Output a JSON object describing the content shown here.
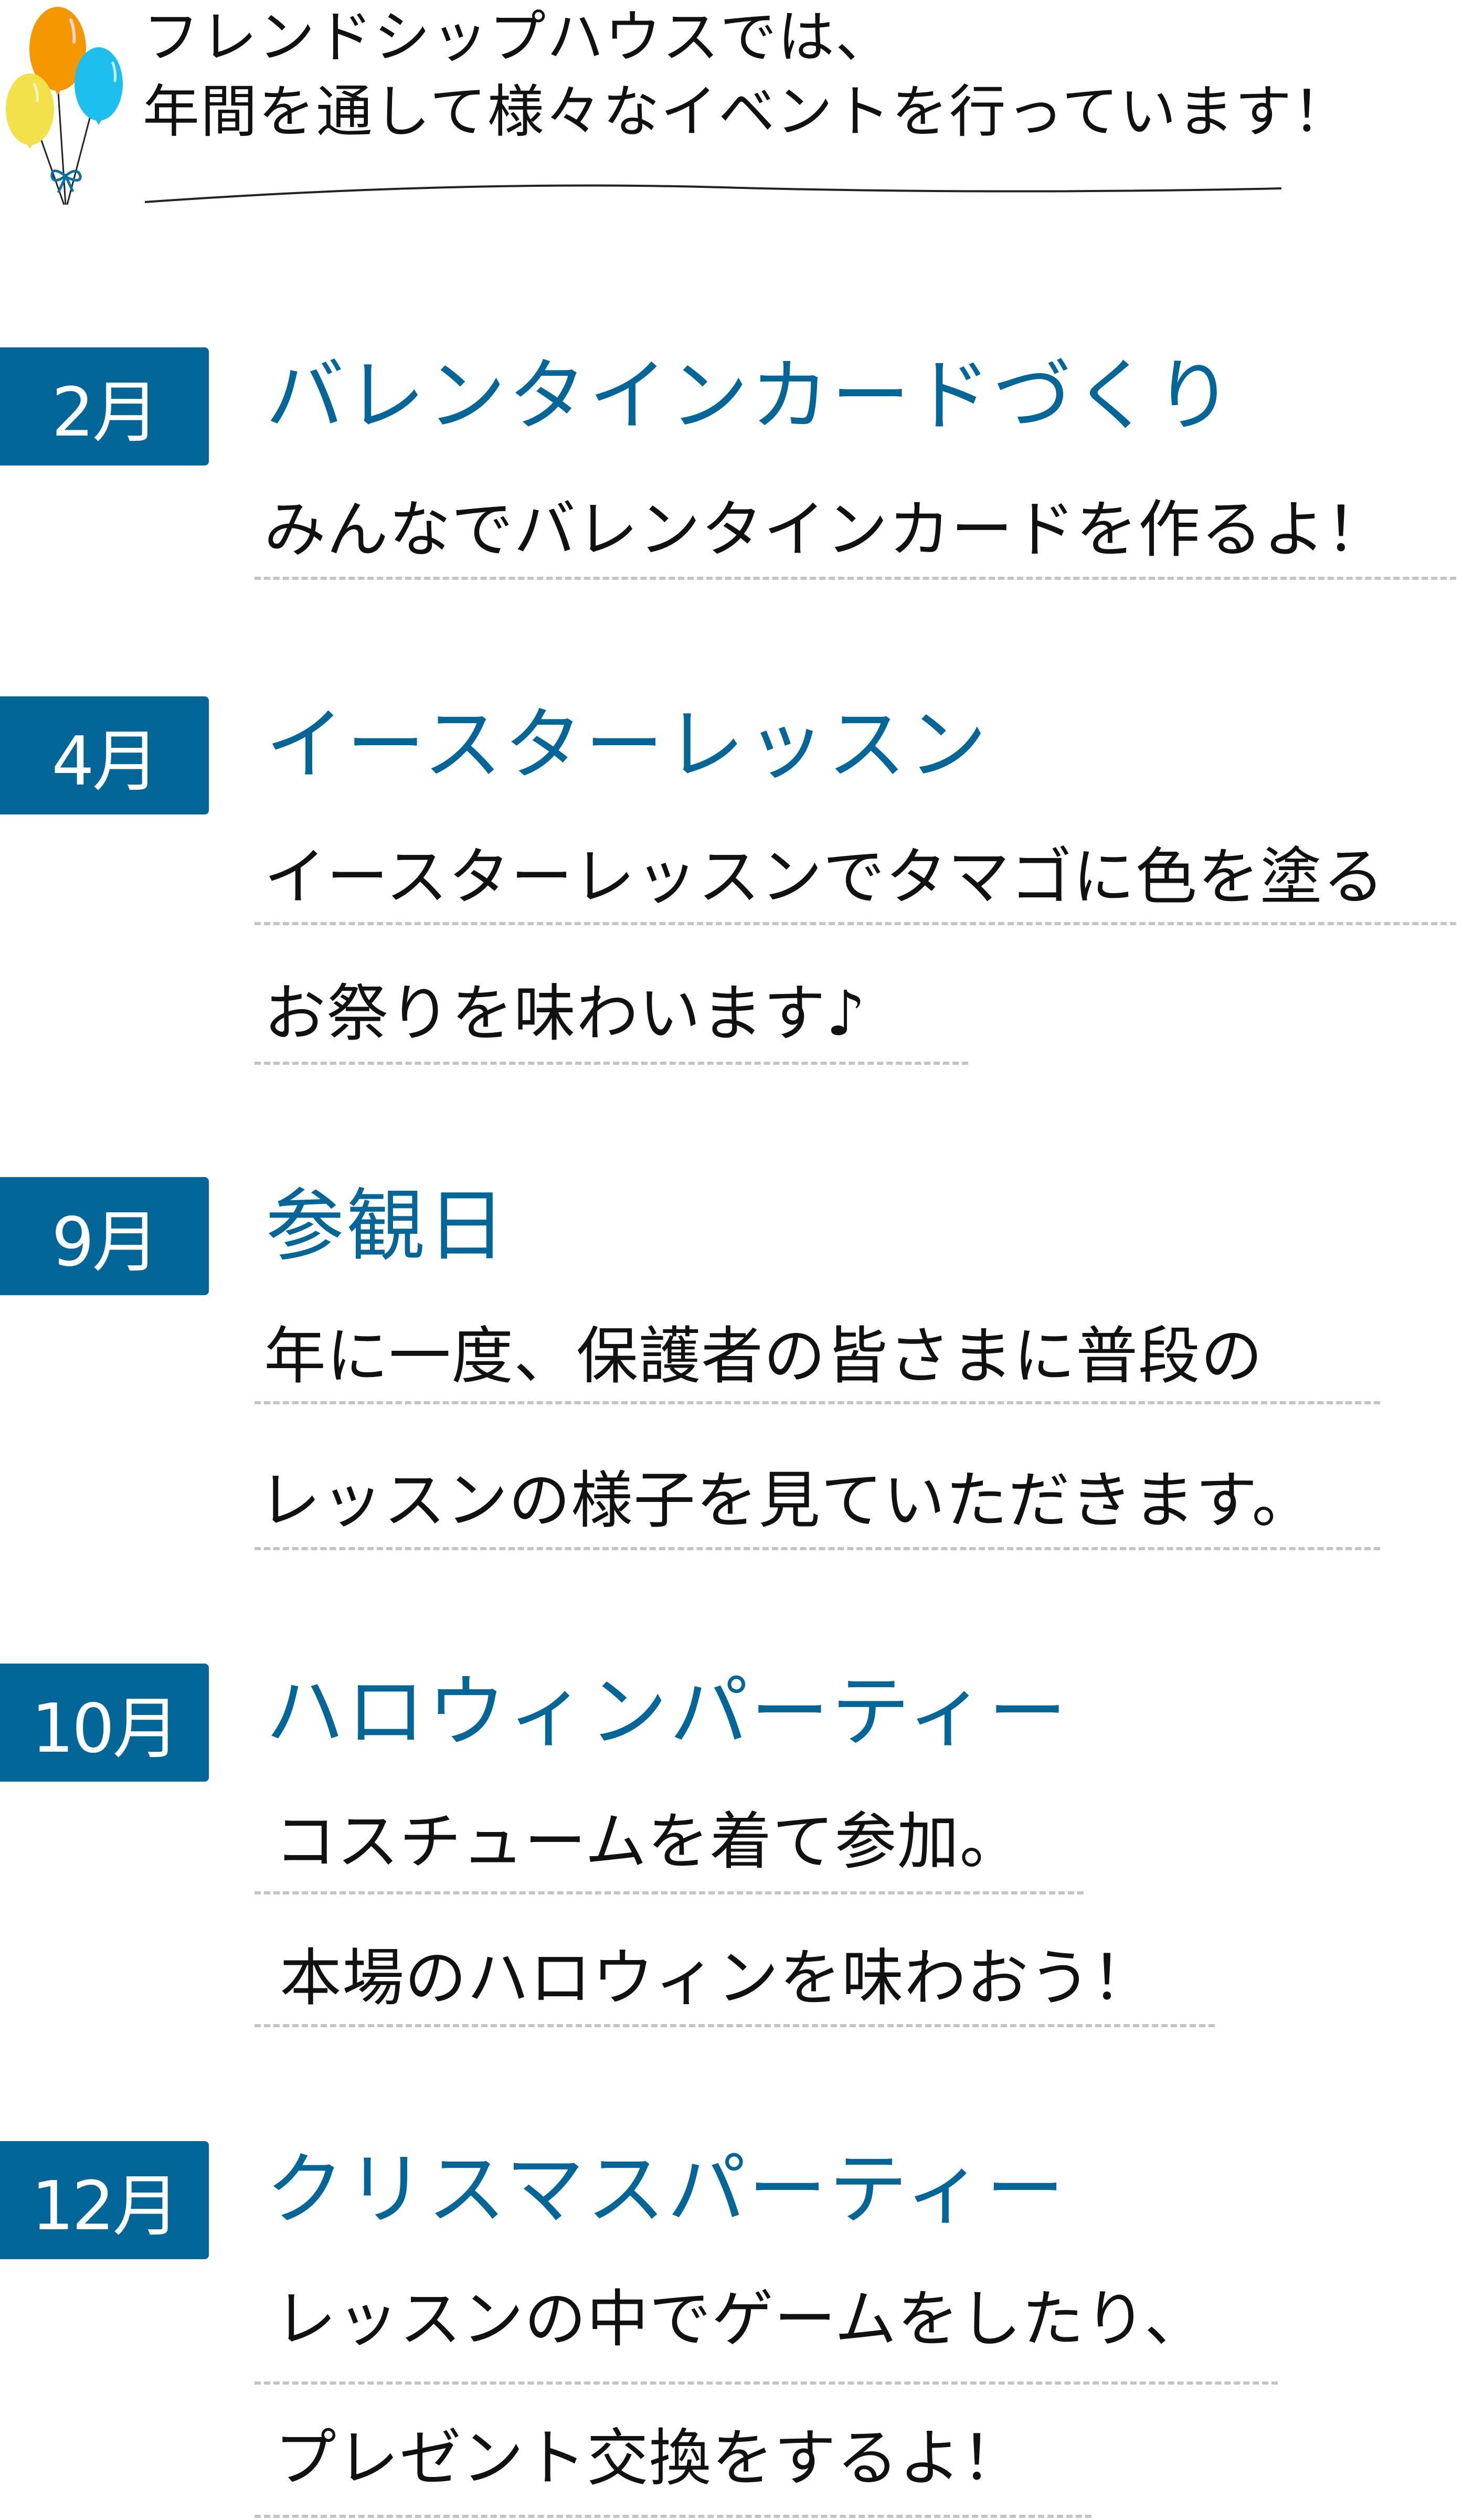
{
  "intro": {
    "line1": "フレンドシップハウスでは、",
    "line2": "年間を通して様々なイベントを行っています！",
    "icon": "balloons-icon"
  },
  "colors": {
    "accent": "#036699",
    "balloon_orange": "#F39800",
    "balloon_blue": "#1DBFEF",
    "balloon_yellow": "#F2E14A",
    "ribbon": "#0B6FA8",
    "dash": "#C4C4C4"
  },
  "events": [
    {
      "month": "2月",
      "title": "バレンタインカードづくり",
      "lines": [
        "みんなでバレンタインカードを作るよ！"
      ]
    },
    {
      "month": "4月",
      "title": "イースターレッスン",
      "lines": [
        "イースターレッスンでタマゴに色を塗る",
        "お祭りを味わいます♪"
      ]
    },
    {
      "month": "9月",
      "title": "参観日",
      "lines": [
        "年に一度、保護者の皆さまに普段の",
        "レッスンの様子を見ていただきます。"
      ]
    },
    {
      "month": "10月",
      "title": "ハロウィンパーティー",
      "lines": [
        "コスチュームを着て参加。",
        "本場のハロウィンを味わおう！"
      ]
    },
    {
      "month": "12月",
      "title": "クリスマスパーティー",
      "lines": [
        "レッスンの中でゲームをしたり、",
        "プレゼント交換をするよ！"
      ]
    }
  ]
}
